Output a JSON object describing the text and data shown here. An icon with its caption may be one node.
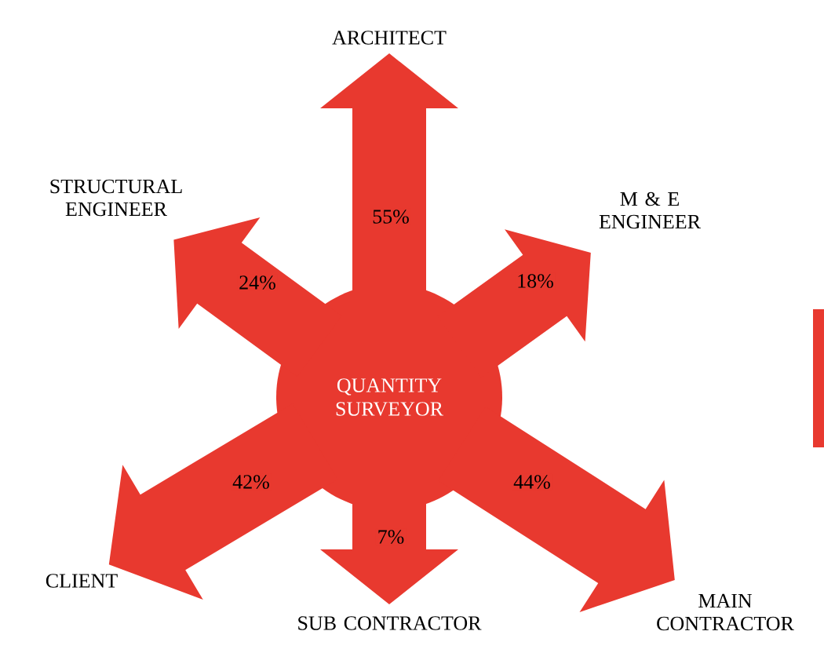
{
  "diagram": {
    "nodes": [
      {
        "text": [
          "QUANTITY SURVEYOR"
        ]
      },
      {
        "text": [
          "ARCHITECT"
        ]
      },
      {
        "text": [
          "STRUCTURAL ENGINEER"
        ]
      },
      {
        "text": [
          "M & E ENGINEER"
        ]
      },
      {
        "text": [
          "CLIENT"
        ]
      },
      {
        "text": [
          "SUB CONTRACTOR"
        ]
      },
      {
        "text": [
          "MAIN CONTRACTOR"
        ]
      }
    ],
    "edges": [
      {
        "from": 0,
        "to": 1,
        "arrow": "to",
        "label": "55%"
      },
      {
        "from": 0,
        "to": 2,
        "arrow": "to",
        "label": "24%"
      },
      {
        "from": 0,
        "to": 3,
        "arrow": "to",
        "label": "18%"
      },
      {
        "from": 0,
        "to": 4,
        "arrow": "to",
        "label": "42%"
      },
      {
        "from": 0,
        "to": 5,
        "arrow": "to",
        "label": "7%"
      },
      {
        "from": 0,
        "to": 6,
        "arrow": "to",
        "label": "44%"
      }
    ]
  }
}
